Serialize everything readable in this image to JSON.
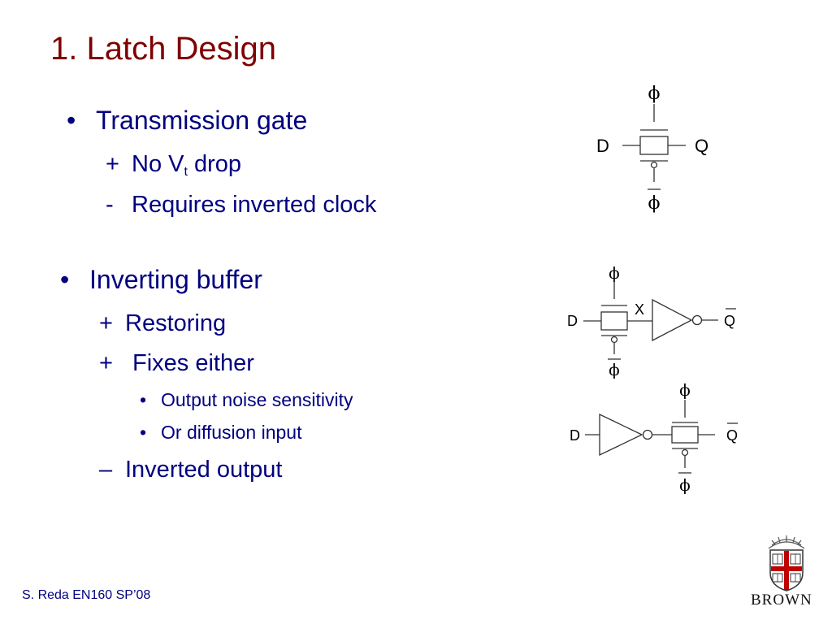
{
  "slide": {
    "title": "1. Latch Design",
    "section1": {
      "heading": "Transmission gate",
      "items": [
        {
          "marker": "+",
          "text_pre": "No V",
          "sub": "t",
          "text_post": " drop"
        },
        {
          "marker": "-",
          "text": "Requires inverted clock"
        }
      ]
    },
    "section2": {
      "heading": "Inverting buffer",
      "items": [
        {
          "marker": "+",
          "text": "Restoring"
        },
        {
          "marker": "+",
          "text": "Fixes either"
        },
        {
          "marker": "–",
          "text": "Inverted output"
        }
      ],
      "subitems": [
        "Output noise sensitivity",
        "Or diffusion input"
      ]
    },
    "bullet": "•"
  },
  "diagram1": {
    "clk": "ϕ",
    "clk_bar": "ϕ",
    "in": "D",
    "out": "Q"
  },
  "diagram2": {
    "clk": "ϕ",
    "clk_bar": "ϕ",
    "in": "D",
    "node": "X",
    "out": "Q"
  },
  "diagram3": {
    "clk": "ϕ",
    "clk_bar": "ϕ",
    "in": "D",
    "out": "Q"
  },
  "footer": "S. Reda EN160 SP’08",
  "logo": {
    "word": "BROWN",
    "icon": "brown-university-shield-icon"
  }
}
